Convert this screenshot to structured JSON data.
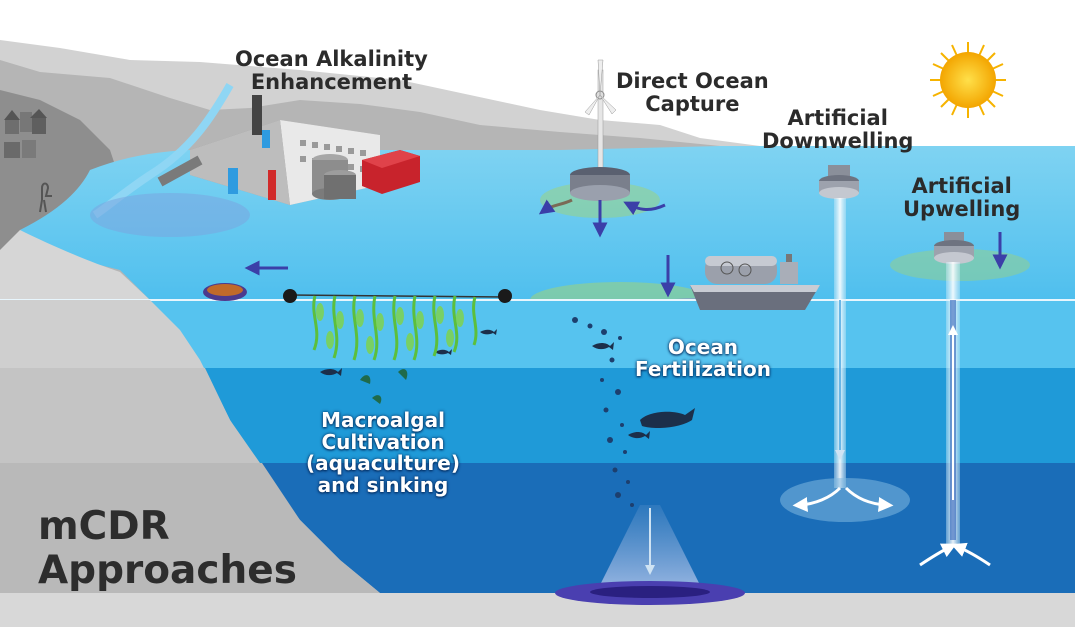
{
  "labels": {
    "oae": [
      "Ocean Alkalinity",
      "Enhancement"
    ],
    "doc": [
      "Direct Ocean",
      "Capture"
    ],
    "downwelling": [
      "Artificial",
      "Downwelling"
    ],
    "upwelling": [
      "Artificial",
      "Upwelling"
    ],
    "fertilization": [
      "Ocean",
      "Fertilization"
    ],
    "macroalgal": [
      "Macroalgal",
      "Cultivation",
      "(aquaculture)",
      "and sinking"
    ]
  },
  "title": [
    "mCDR",
    "Approaches"
  ],
  "colors": {
    "surface_water": "#5cc6ef",
    "mid_water": "#1f9ad8",
    "deep_water": "#1a6db8",
    "land": "#a9a9a9",
    "seabed": "#bdbdbd",
    "arrow": "#3b3fa8",
    "sun": "#f6b300",
    "kelp": "#5cbf3c"
  },
  "icons": [
    "sun-icon",
    "wind-turbine-icon",
    "factory-icon",
    "ship-icon",
    "buoy-icon",
    "kelp-icon",
    "fish-icon",
    "whale-icon",
    "houses-icon",
    "heron-icon"
  ]
}
